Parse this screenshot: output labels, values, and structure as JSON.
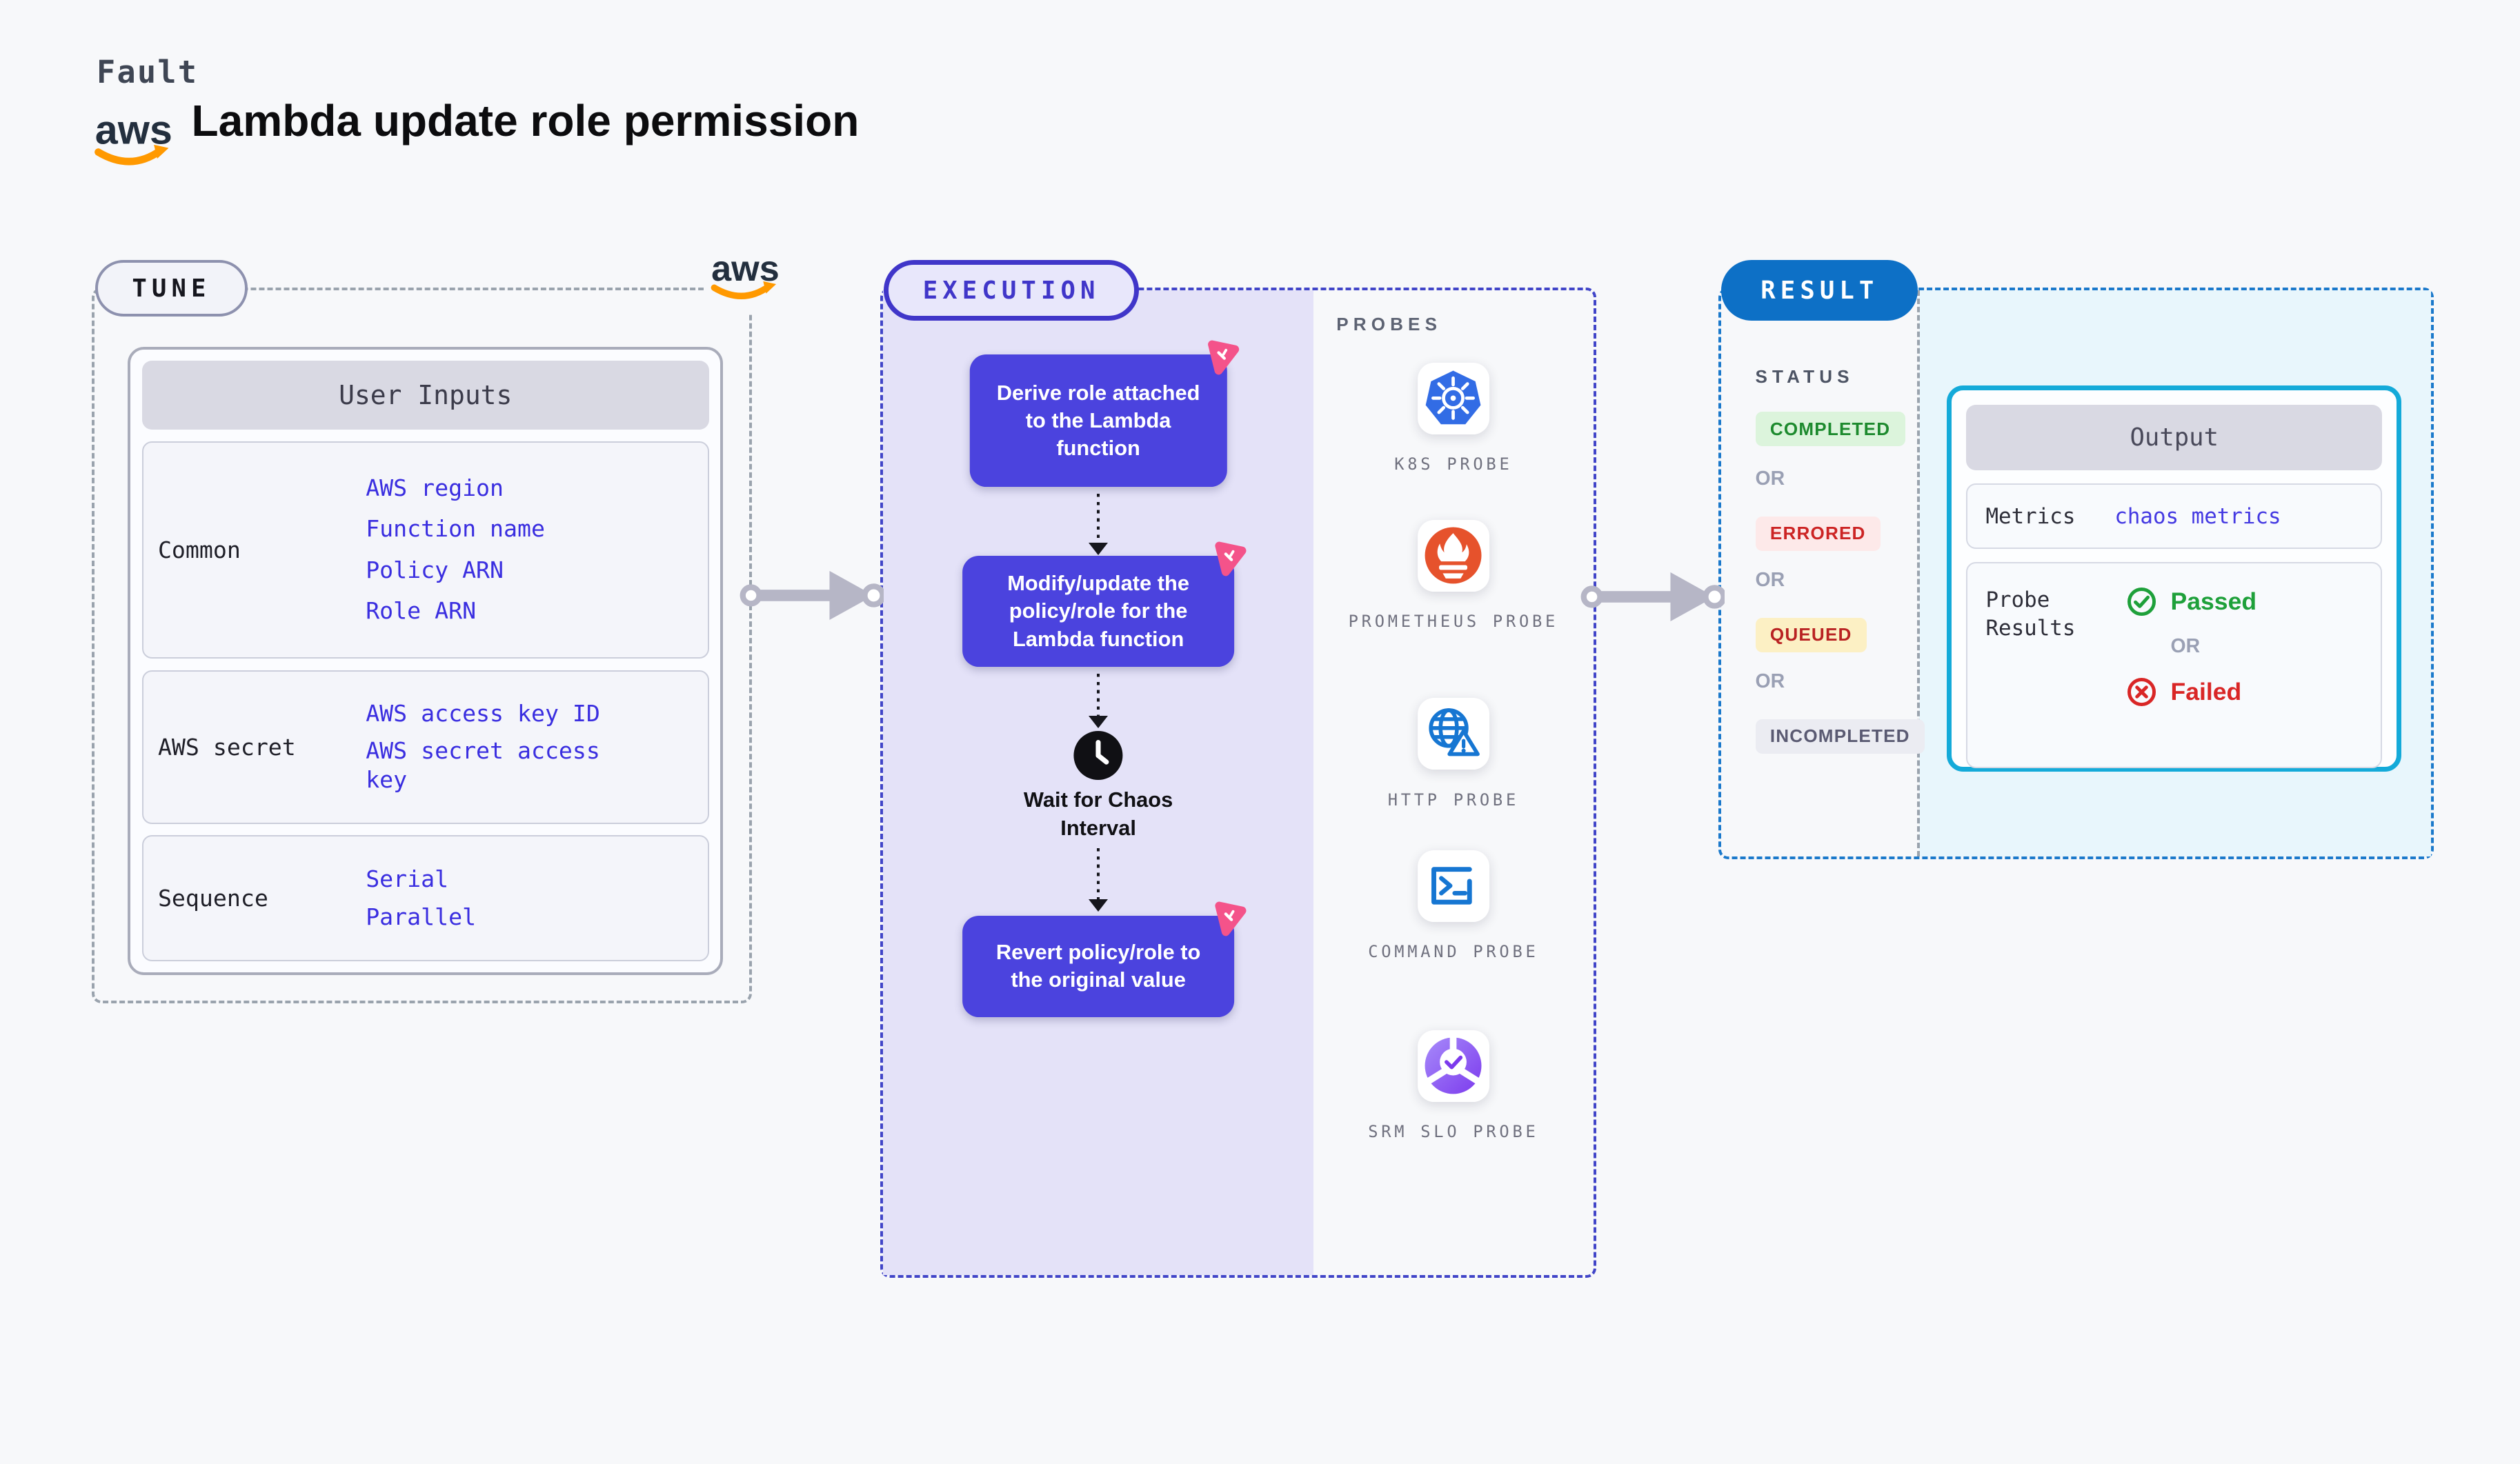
{
  "header": {
    "eyebrow": "Fault",
    "brand": "aws",
    "title": "Lambda update role permission"
  },
  "tune": {
    "badge": "TUNE",
    "user_inputs": {
      "header": "User Inputs",
      "rows": [
        {
          "label": "Common",
          "values": [
            "AWS region",
            "Function name",
            "Policy ARN",
            "Role ARN"
          ]
        },
        {
          "label": "AWS secret",
          "values": [
            "AWS access key ID",
            "AWS secret access key"
          ]
        },
        {
          "label": "Sequence",
          "values": [
            "Serial",
            "Parallel"
          ]
        }
      ]
    }
  },
  "execution": {
    "badge": "EXECUTION",
    "steps": [
      "Derive role attached to the Lambda function",
      "Modify/update the policy/role for the Lambda function",
      "Revert policy/role to the original value"
    ],
    "wait_label": "Wait for Chaos Interval",
    "probes": {
      "title": "PROBES",
      "items": [
        {
          "label": "K8S PROBE",
          "icon": "kubernetes-icon"
        },
        {
          "label": "PROMETHEUS PROBE",
          "icon": "prometheus-icon"
        },
        {
          "label": "HTTP PROBE",
          "icon": "globe-warning-icon"
        },
        {
          "label": "COMMAND PROBE",
          "icon": "terminal-icon"
        },
        {
          "label": "SRM SLO PROBE",
          "icon": "slo-pie-check-icon"
        }
      ]
    }
  },
  "result": {
    "badge": "RESULT",
    "status": {
      "title": "STATUS",
      "or": "OR",
      "items": [
        {
          "label": "COMPLETED",
          "color": "#1d8a2e",
          "bg": "#dcf4dc"
        },
        {
          "label": "ERRORED",
          "color": "#cc2424",
          "bg": "#fde9e9"
        },
        {
          "label": "QUEUED",
          "color": "#b92222",
          "bg": "#fcf0c4"
        },
        {
          "label": "INCOMPLETED",
          "color": "#5a5a72",
          "bg": "#ebecf2"
        }
      ]
    },
    "output": {
      "header": "Output",
      "metrics_label": "Metrics",
      "metrics_value": "chaos metrics",
      "probe_results_label": "Probe Results",
      "passed": "Passed",
      "or": "OR",
      "failed": "Failed"
    }
  },
  "colors": {
    "page_bg": "#f7f8fa",
    "aws_orange": "#ff9900",
    "aws_dark": "#232f3e",
    "tune_border": "#9aa3ad",
    "input_value_blue": "#3a2ee0",
    "table_header_bg": "#d9d9e3",
    "execution_indigo": "#4145c8",
    "execution_panel_bg": "#e4e2f8",
    "step_bg": "#4b43de",
    "chaos_pink": "#f4538a",
    "kubernetes_blue": "#326ce5",
    "prometheus_orange": "#e6522c",
    "probe_blue": "#1676d2",
    "srm_purple": "#7c3aed",
    "result_blue": "#0d70c6",
    "result_panel_bg": "#e8f6fc",
    "output_border_cyan": "#14aad9",
    "passed_green": "#1ea03a",
    "failed_red": "#d92626",
    "arrow_gray": "#b6b6c6"
  }
}
